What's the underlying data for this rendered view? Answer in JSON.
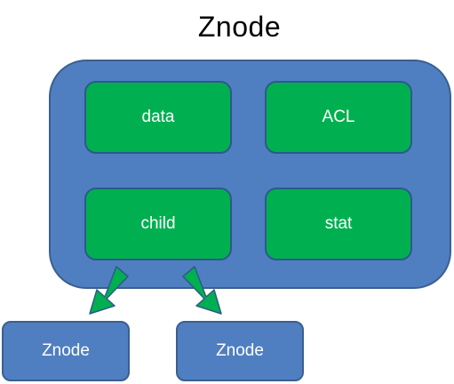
{
  "diagram": {
    "title": "Znode",
    "fields": [
      {
        "label": "data"
      },
      {
        "label": "ACL"
      },
      {
        "label": "child"
      },
      {
        "label": "stat"
      }
    ],
    "children": [
      {
        "label": "Znode"
      },
      {
        "label": "Znode"
      }
    ]
  },
  "colors": {
    "container_fill": "#4f7fc1",
    "field_fill": "#00b050",
    "arrow_fill": "#00b050",
    "border": "#2c5a8a"
  }
}
